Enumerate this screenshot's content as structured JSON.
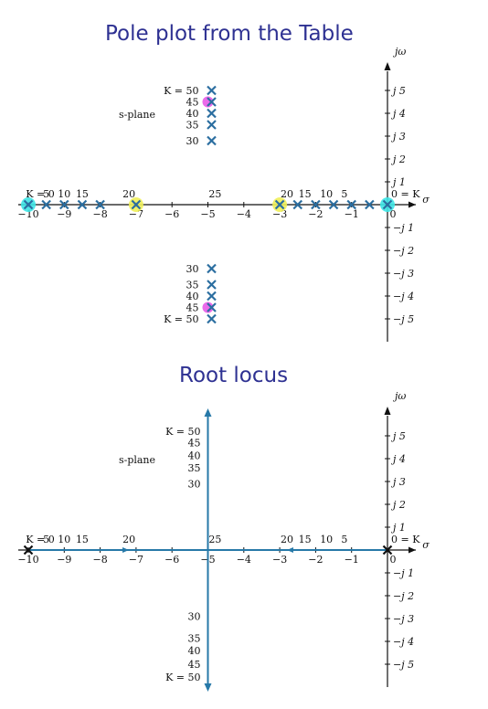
{
  "titles": {
    "top": "Pole plot from the Table",
    "bottom": "Root locus"
  },
  "axes": {
    "jw": "jω",
    "sigma": "σ",
    "s_plane": "s-plane",
    "k_zero_left": "K = 0",
    "k_zero_right": "0 = K",
    "x_ticks": [
      "−10",
      "−9",
      "−8",
      "−7",
      "−6",
      "−5",
      "−4",
      "−3",
      "−2",
      "−1",
      "0"
    ],
    "j_ticks_pos": [
      "j 1",
      "j 2",
      "j 3",
      "j 4",
      "j 5"
    ],
    "j_ticks_neg": [
      "−j 1",
      "−j 2",
      "−j 3",
      "−j 4",
      "−j 5"
    ]
  },
  "real_axis_gain_labels": {
    "left": [
      "5",
      "10",
      "15",
      "20"
    ],
    "center": "25",
    "right": [
      "20",
      "15",
      "10",
      "5"
    ]
  },
  "vertical_gain_labels": {
    "upper": [
      "K = 50",
      "45",
      "40",
      "35",
      "30"
    ],
    "lower": [
      "30",
      "35",
      "40",
      "45",
      "K = 50"
    ]
  },
  "colors": {
    "title": "#2e3192",
    "pole_marker": "#2b6ea0",
    "locus": "#2779a8",
    "highlight_cyan": "#3de6e6",
    "highlight_yellow": "#f0f05a",
    "highlight_magenta": "#e85ae8"
  },
  "poles_top": {
    "real_axis_sigma": [
      -10,
      -9.5,
      -9,
      -8.5,
      -8,
      -7,
      -3,
      -2.5,
      -2,
      -1.5,
      -1,
      -0.5,
      0
    ],
    "complex": [
      {
        "gain": 50,
        "sigma": -5,
        "omega": 5.0
      },
      {
        "gain": 45,
        "sigma": -5,
        "omega": 4.5
      },
      {
        "gain": 40,
        "sigma": -5,
        "omega": 4.0
      },
      {
        "gain": 35,
        "sigma": -5,
        "omega": 3.5
      },
      {
        "gain": 30,
        "sigma": -5,
        "omega": 2.8
      }
    ],
    "highlights": [
      {
        "sigma": -10,
        "omega": 0,
        "color": "cyan"
      },
      {
        "sigma": 0,
        "omega": 0,
        "color": "cyan"
      },
      {
        "sigma": -7,
        "omega": 0,
        "color": "yellow"
      },
      {
        "sigma": -3,
        "omega": 0,
        "color": "yellow"
      },
      {
        "sigma": -5,
        "omega": 4.5,
        "color": "magenta"
      },
      {
        "sigma": -5,
        "omega": -4.5,
        "color": "magenta"
      }
    ]
  },
  "poles_bottom": {
    "open_loop_sigma": [
      -10,
      0
    ]
  }
}
